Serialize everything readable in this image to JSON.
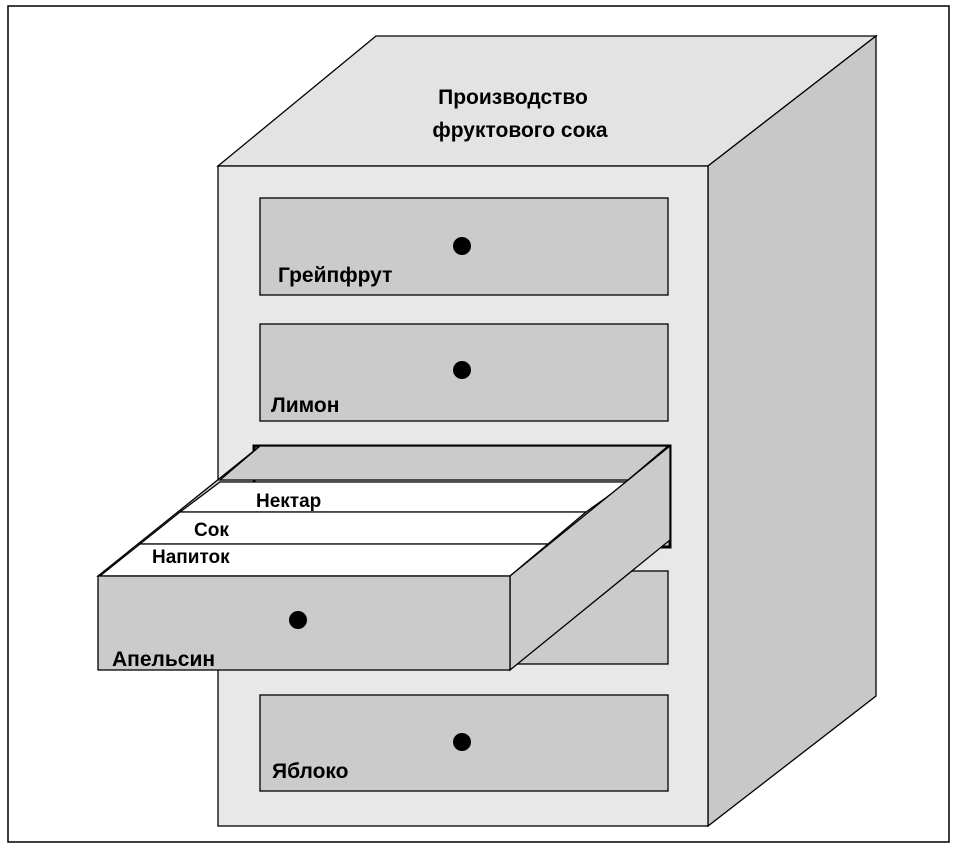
{
  "title": {
    "line1": "Производство",
    "line2": "фруктового сока"
  },
  "drawers": {
    "grapefruit": "Грейпфрут",
    "lemon": "Лимон",
    "orange": "Апельсин",
    "apple": "Яблоко"
  },
  "dividers": {
    "nectar": "Нектар",
    "juice": "Сок",
    "drink": "Напиток"
  },
  "colors": {
    "cabinet_front": "#e8e8e8",
    "cabinet_side": "#c8c8c8",
    "drawer_face": "#cbcbcb",
    "divider_card": "#ffffff",
    "outline": "#000000"
  }
}
